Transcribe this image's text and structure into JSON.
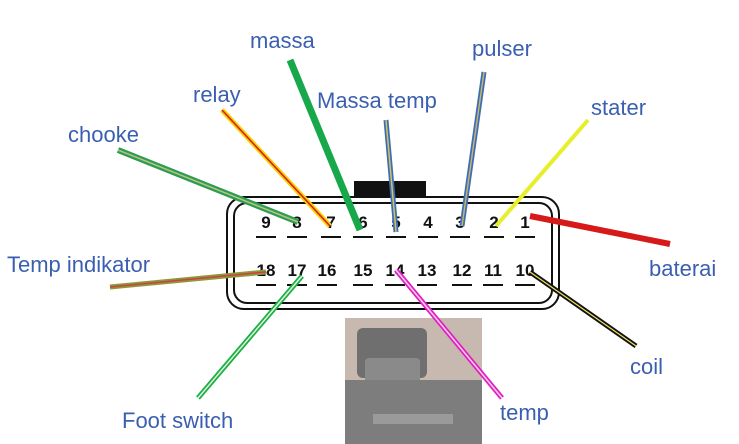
{
  "labels": {
    "massa": "massa",
    "pulser": "pulser",
    "relay": "relay",
    "massa_temp": "Massa temp",
    "stater": "stater",
    "chooke": "chooke",
    "temp_indikator": "Temp indikator",
    "baterai": "baterai",
    "coil": "coil",
    "foot_switch": "Foot switch",
    "temp": "temp"
  },
  "pins": {
    "top_row": [
      "9",
      "8",
      "7",
      "6",
      "5",
      "4",
      "3",
      "2",
      "1"
    ],
    "bottom_row": [
      "18",
      "17",
      "16",
      "15",
      "14",
      "13",
      "12",
      "11",
      "10"
    ]
  },
  "colors": {
    "label_text": "#3b5fb0",
    "massa_wire": "#16a84a",
    "pulser_wire": "#3a6fb8",
    "relay_wire": "#f6d000",
    "massa_temp_wire": "#3a6fb8",
    "stater_wire": "#e6ef2a",
    "chooke_wire": "#2e9a5a",
    "temp_indikator_wire": "#8a9a3a",
    "baterai_wire": "#d61a1a",
    "coil_wire": "#111111",
    "foot_switch_wire": "#16b04a",
    "temp_wire": "#e020c0"
  }
}
